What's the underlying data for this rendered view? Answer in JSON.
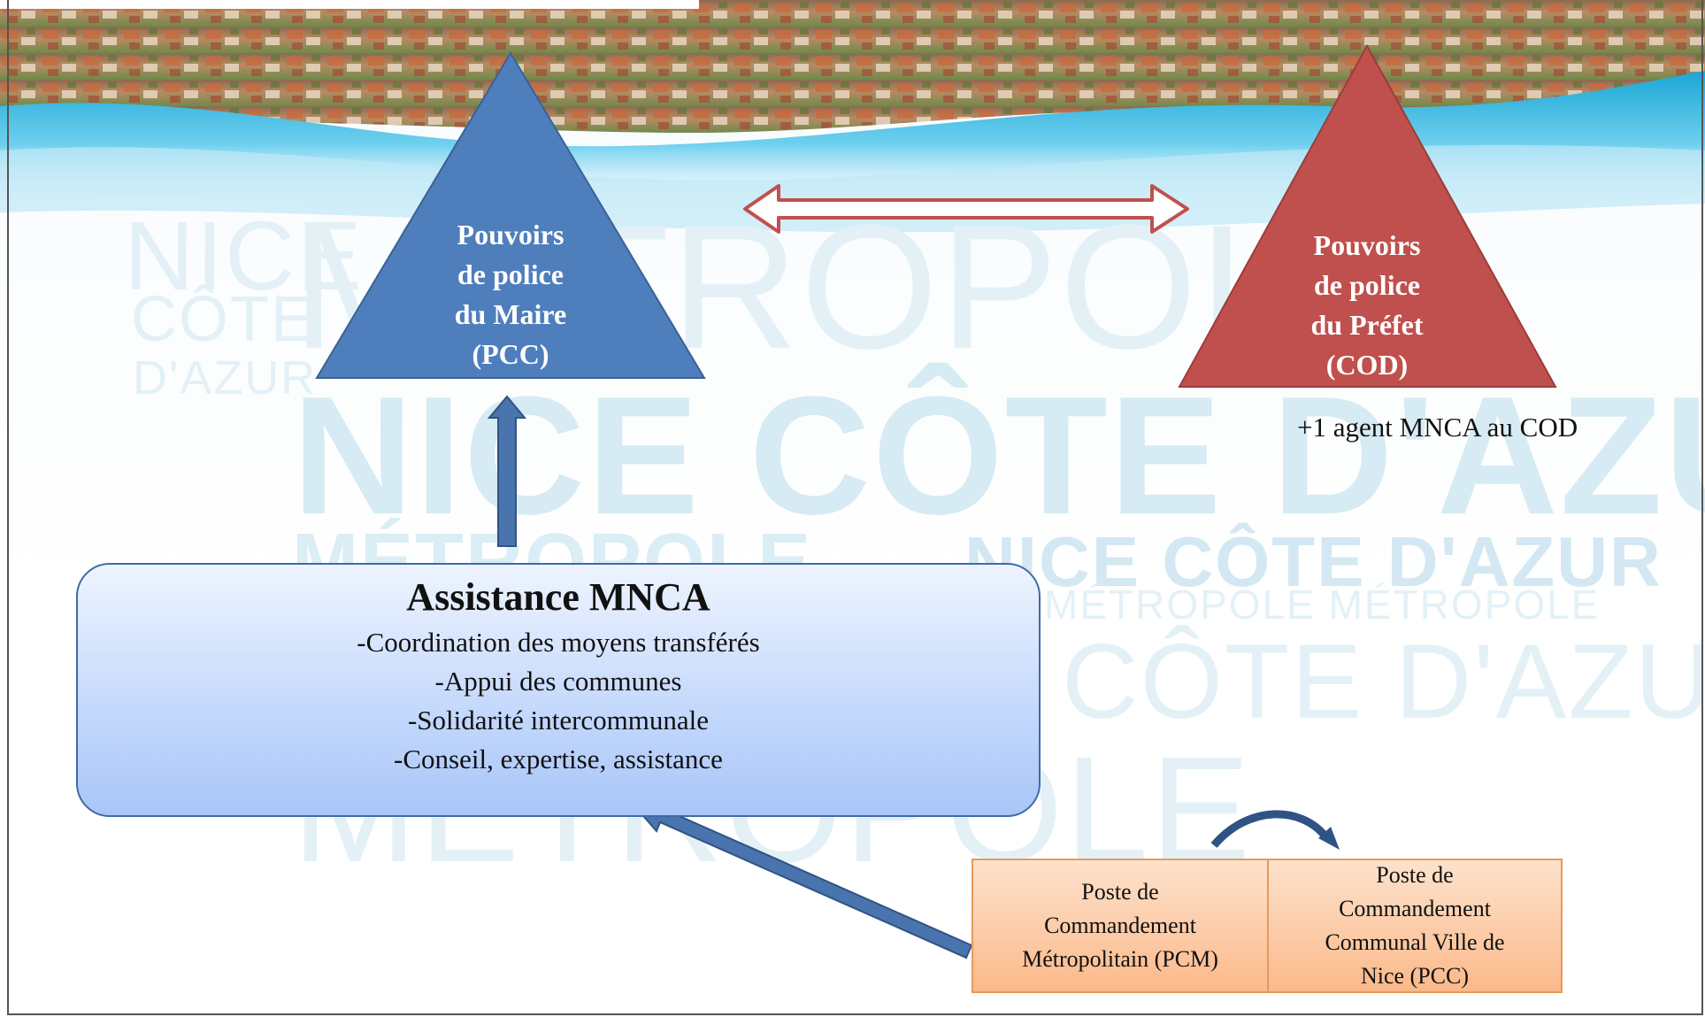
{
  "background": {
    "watermark_words": [
      "NICE",
      "CÔTE",
      "D'AZUR",
      "MÉTROPOLE",
      "NICE CÔTE D'AZUR",
      "MÉTROPOLE",
      "NICE CÔTE D'AZUR",
      "MÉTROPOLE MÉTROPOLE",
      "CÔTE D'AZUR",
      "MÉTROPOLE"
    ]
  },
  "left_triangle": {
    "lines": [
      "Pouvoirs",
      "de police",
      "du Maire",
      "(PCC)"
    ],
    "color": "#4f7ebd"
  },
  "right_triangle": {
    "lines": [
      "Pouvoirs",
      "de police",
      "du Préfet",
      "(COD)"
    ],
    "color": "#c0504d",
    "note": "+1 agent MNCA au COD"
  },
  "assistance": {
    "title": "Assistance MNCA",
    "items": [
      "-Coordination des moyens transférés",
      "-Appui des communes",
      "-Solidarité intercommunale",
      "-Conseil, expertise, assistance"
    ]
  },
  "command_posts": [
    {
      "lines": [
        "Poste de",
        "Commandement",
        "Métropolitain (PCM)"
      ]
    },
    {
      "lines": [
        "Poste de",
        "Commandement",
        "Communal Ville de",
        "Nice (PCC)"
      ]
    }
  ],
  "colors": {
    "arrow_blue": "#4a74ad",
    "double_arrow_red": "#c0504d",
    "box_orange": "#fbb98a"
  }
}
